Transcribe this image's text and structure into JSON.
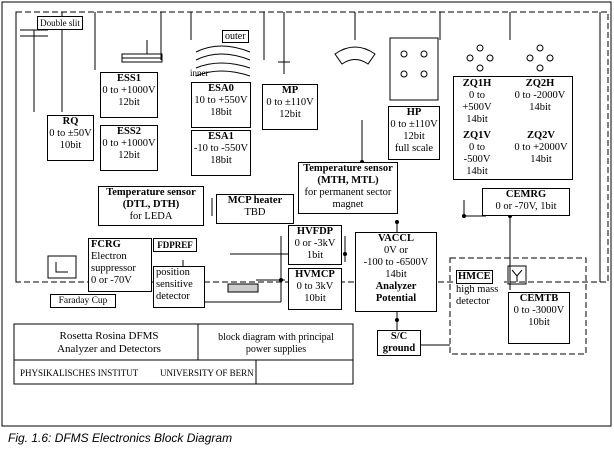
{
  "caption": "Fig. 1.6: DFMS Electronics Block Diagram",
  "double_slit": "Double slit",
  "blocks": {
    "rq": {
      "title": "RQ",
      "l1": "0 to ±50V",
      "l2": "10bit"
    },
    "ess1": {
      "title": "ESS1",
      "l1": "0 to +1000V",
      "l2": "12bit"
    },
    "ess2": {
      "title": "ESS2",
      "l1": "0 to +1000V",
      "l2": "12bit"
    },
    "esa0": {
      "title": "ESA0",
      "l1": "10 to +550V",
      "l2": "18bit"
    },
    "esa1": {
      "title": "ESA1",
      "l1": "-10 to -550V",
      "l2": "18bit"
    },
    "mp": {
      "title": "MP",
      "l1": "0 to ±110V",
      "l2": "12bit"
    },
    "hp": {
      "title": "HP",
      "l1": "0 to ±110V",
      "l2": "12bit",
      "l3": "full scale"
    },
    "zq1h": {
      "title": "ZQ1H",
      "l1": "0 to +500V",
      "l2": "14bit"
    },
    "zq2h": {
      "title": "ZQ2H",
      "l1": "0 to -2000V",
      "l2": "14bit"
    },
    "zq1v": {
      "title": "ZQ1V",
      "l1": "0 to -500V",
      "l2": "14bit"
    },
    "zq2v": {
      "title": "ZQ2V",
      "l1": "0 to +2000V",
      "l2": "14bit"
    },
    "temp_mth": {
      "title1": "Temperature sensor",
      "title2": "(MTH, MTL)",
      "l1": "for permanent sector",
      "l2": "magnet"
    },
    "temp_dtl": {
      "title1": "Temperature sensor",
      "title2": "(DTL, DTH)",
      "l1": "for LEDA"
    },
    "mcp_heater": {
      "title": "MCP heater",
      "l1": "TBD"
    },
    "cemrg": {
      "title": "CEMRG",
      "l1": "0 or -70V, 1bit"
    },
    "fcrg": {
      "title": "FCRG",
      "l1": "Electron",
      "l2": "suppressor",
      "l3": "0 or -70V"
    },
    "fdpref": {
      "title": "FDPREF"
    },
    "psd": {
      "l1": "position",
      "l2": "sensitive",
      "l3": "detector"
    },
    "hvfdp": {
      "title": "HVFDP",
      "l1": "0 or -3kV",
      "l2": "1bit"
    },
    "hvmcp": {
      "title": "HVMCP",
      "l1": "0 to 3kV",
      "l2": "10bit"
    },
    "vaccl": {
      "title": "VACCL",
      "l1": "0V or",
      "l2": "-100 to -6500V",
      "l3": "14bit",
      "t2": "Analyzer",
      "t3": "Potential"
    },
    "sc_ground": {
      "title1": "S/C",
      "title2": "ground"
    },
    "hmce": {
      "title": "HMCE",
      "l1": "high mass",
      "l2": "detector"
    },
    "cemtb": {
      "title": "CEMTB",
      "l1": "0 to -3000V",
      "l2": "10bit"
    },
    "faraday": {
      "label": "Faraday Cup"
    },
    "outer": "outer",
    "inner": "inner"
  },
  "title_block": {
    "name1": "Rosetta Rosina DFMS",
    "name2": "Analyzer and Detectors",
    "desc1": "block diagram with principal",
    "desc2": "power supplies",
    "institute": "PHYSIKALISCHES INSTITUT",
    "university": "UNIVERSITY OF BERN"
  }
}
